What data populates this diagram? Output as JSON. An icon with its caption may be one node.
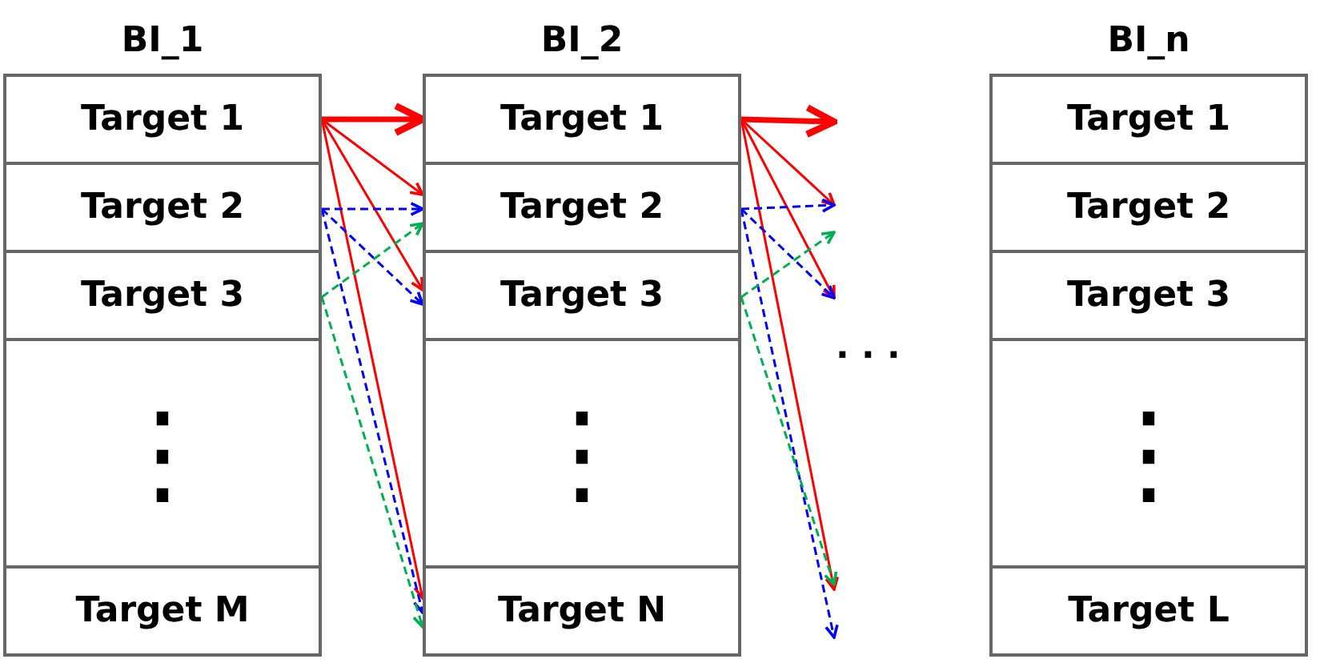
{
  "diagram": {
    "nodes": [
      {
        "text": [
          "BI_1"
        ]
      },
      {
        "text": [
          "Target 1"
        ],
        "in": 0
      },
      {
        "text": [
          "Target 2"
        ],
        "in": 0
      },
      {
        "text": [
          "Target 3"
        ],
        "in": 0
      },
      {
        "text": [
          "⋮"
        ],
        "in": 0
      },
      {
        "text": [
          "Target M"
        ],
        "in": 0
      },
      {
        "text": [
          "BI_2"
        ]
      },
      {
        "text": [
          "Target 1"
        ],
        "in": 6
      },
      {
        "text": [
          "Target 2"
        ],
        "in": 6
      },
      {
        "text": [
          "Target 3"
        ],
        "in": 6
      },
      {
        "text": [
          "⋮"
        ],
        "in": 6
      },
      {
        "text": [
          "Target N"
        ],
        "in": 6
      },
      {
        "text": [
          "BI_n"
        ]
      },
      {
        "text": [
          "Target 1"
        ],
        "in": 12
      },
      {
        "text": [
          "Target 2"
        ],
        "in": 12
      },
      {
        "text": [
          "Target 3"
        ],
        "in": 12
      },
      {
        "text": [
          "⋮"
        ],
        "in": 12
      },
      {
        "text": [
          "Target L"
        ],
        "in": 12
      }
    ],
    "edges": [
      {
        "from": 1,
        "to": 7,
        "arrow": "to",
        "style": "thick"
      },
      {
        "from": 1,
        "to": 8,
        "arrow": "to"
      },
      {
        "from": 1,
        "to": 9,
        "arrow": "to"
      },
      {
        "from": 1,
        "to": 11,
        "arrow": "to"
      },
      {
        "from": 2,
        "to": 8,
        "arrow": "to",
        "style": "dashed",
        "color": "#0000ff"
      },
      {
        "from": 2,
        "to": 9,
        "arrow": "to",
        "style": "dashed",
        "color": "#0000ff"
      },
      {
        "from": 2,
        "to": 11,
        "arrow": "to",
        "style": "dashed",
        "color": "#0000ff"
      },
      {
        "from": 3,
        "to": 8,
        "arrow": "to",
        "style": "dashed",
        "color": "#00b050"
      },
      {
        "from": 3,
        "to": 11,
        "arrow": "to",
        "style": "dashed",
        "color": "#00b050"
      },
      {
        "from": 7,
        "to": null,
        "arrow": "to",
        "style": "thick"
      },
      {
        "from": 7,
        "to": null,
        "arrow": "to"
      },
      {
        "from": 7,
        "to": null,
        "arrow": "to"
      },
      {
        "from": 7,
        "to": null,
        "arrow": "to"
      },
      {
        "from": 8,
        "to": null,
        "arrow": "to",
        "style": "dashed",
        "color": "#0000ff"
      },
      {
        "from": 8,
        "to": null,
        "arrow": "to",
        "style": "dashed",
        "color": "#0000ff"
      },
      {
        "from": 8,
        "to": null,
        "arrow": "to",
        "style": "dashed",
        "color": "#0000ff"
      },
      {
        "from": 9,
        "to": null,
        "arrow": "to",
        "style": "dashed",
        "color": "#00b050"
      },
      {
        "from": 9,
        "to": null,
        "arrow": "to",
        "style": "dashed",
        "color": "#00b050"
      }
    ],
    "labels": [
      "· · ·"
    ]
  }
}
